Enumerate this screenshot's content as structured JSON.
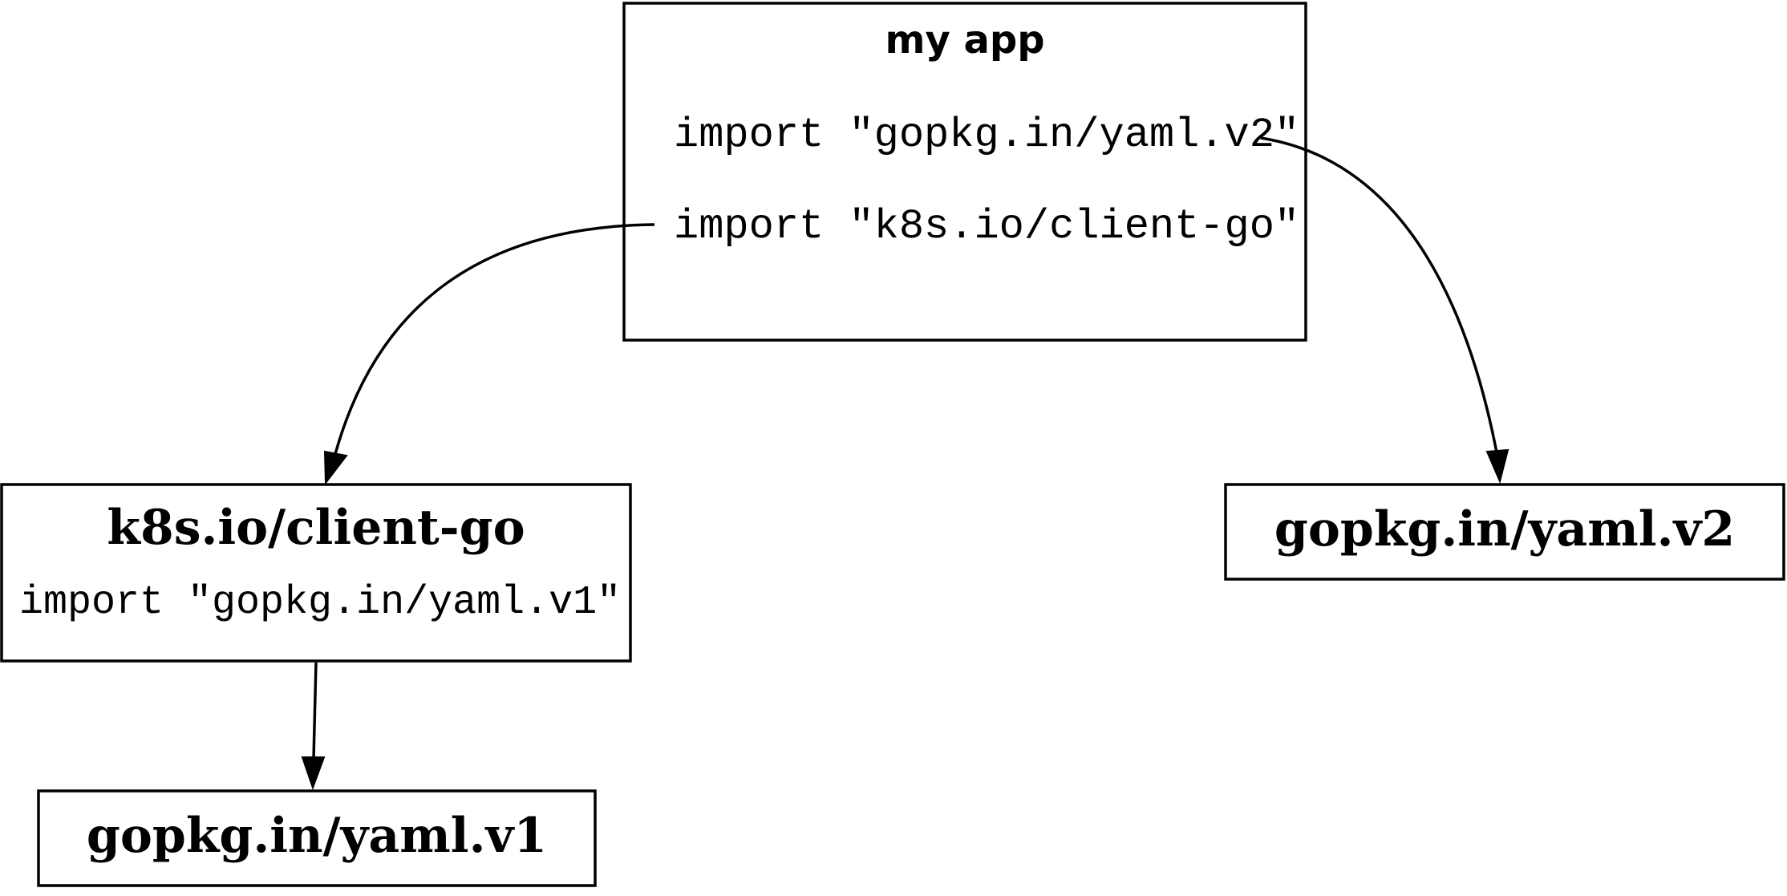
{
  "nodes": {
    "my_app": {
      "title": "my app",
      "imports": [
        "import \"gopkg.in/yaml.v2\"",
        "import \"k8s.io/client-go\""
      ]
    },
    "client_go": {
      "title": "k8s.io/client-go",
      "imports": [
        "import \"gopkg.in/yaml.v1\""
      ]
    },
    "yaml_v2": {
      "title": "gopkg.in/yaml.v2"
    },
    "yaml_v1": {
      "title": "gopkg.in/yaml.v1"
    }
  },
  "edges": [
    {
      "from": "my_app",
      "to": "yaml_v2"
    },
    {
      "from": "my_app",
      "to": "client_go"
    },
    {
      "from": "client_go",
      "to": "yaml_v1"
    }
  ],
  "colors": {
    "stroke": "#000000",
    "background": "#ffffff"
  }
}
